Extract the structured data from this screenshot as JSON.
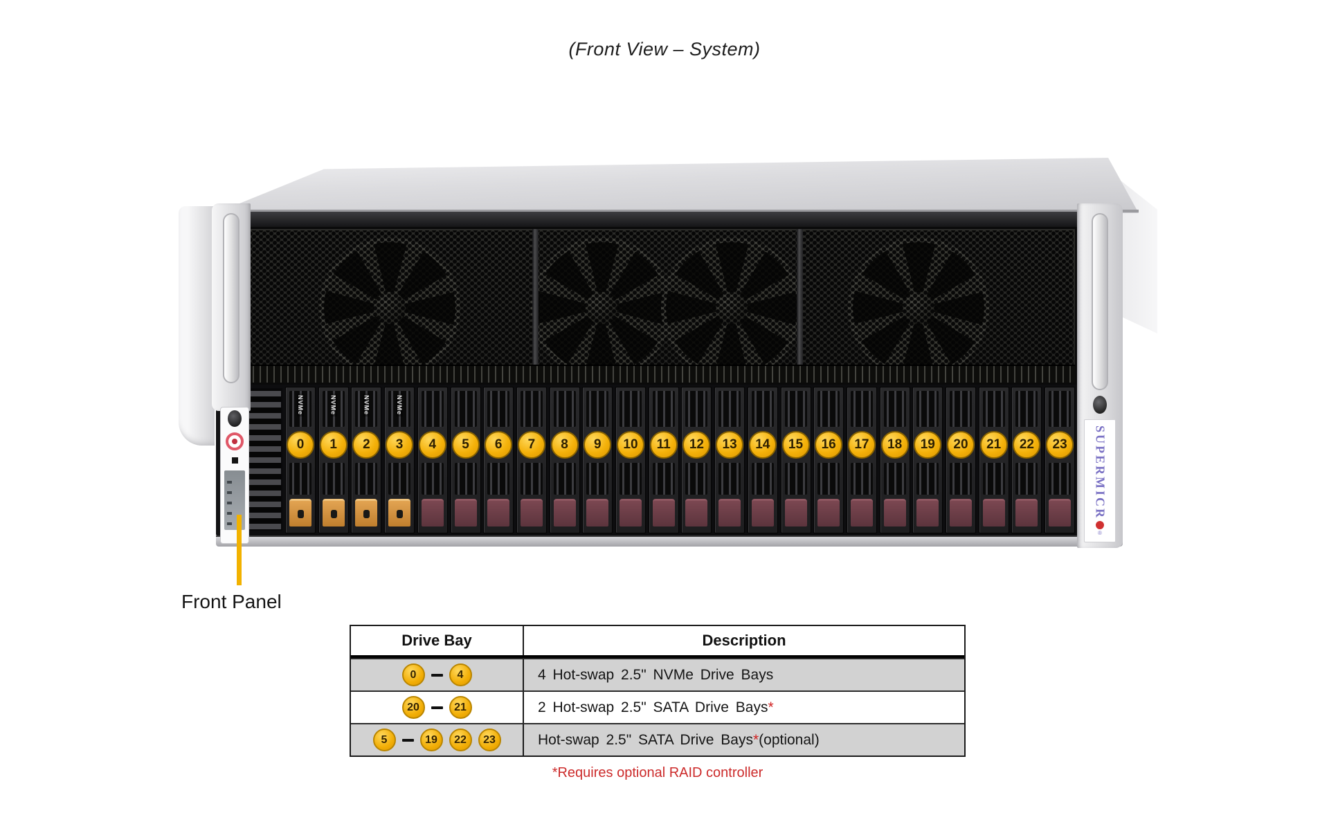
{
  "title": "(Front View – System)",
  "server": {
    "brand_text": "SUPERMICR",
    "reg_mark": "®",
    "nvme_label": "NVMe",
    "drive_bays": [
      "0",
      "1",
      "2",
      "3",
      "4",
      "5",
      "6",
      "7",
      "8",
      "9",
      "10",
      "11",
      "12",
      "13",
      "14",
      "15",
      "16",
      "17",
      "18",
      "19",
      "20",
      "21",
      "22",
      "23"
    ],
    "nvme_bay_count": 4
  },
  "annotations": {
    "front_panel": "Front Panel"
  },
  "table": {
    "headers": [
      "Drive Bay",
      "Description"
    ],
    "rows": [
      {
        "tokens": [
          {
            "c": "0"
          },
          {
            "d": true
          },
          {
            "c": "4"
          }
        ],
        "desc": "4 Hot-swap 2.5\" NVMe Drive Bays",
        "star": false,
        "suffix": ""
      },
      {
        "tokens": [
          {
            "c": "20"
          },
          {
            "d": true
          },
          {
            "c": "21"
          }
        ],
        "desc": "2 Hot-swap 2.5\" SATA Drive Bays",
        "star": true,
        "suffix": ""
      },
      {
        "tokens": [
          {
            "c": "5"
          },
          {
            "d": true
          },
          {
            "c": "19"
          },
          {
            "c": "22"
          },
          {
            "c": "23"
          }
        ],
        "desc": "Hot-swap 2.5\" SATA Drive Bays",
        "star": true,
        "suffix": " (optional)"
      }
    ],
    "footnote": "*Requires optional RAID controller"
  },
  "colors": {
    "bay_badge_yellow": "#F2AE06",
    "nvme_latch_orange": "#D08C3E",
    "sata_latch_maroon": "#6E3D46",
    "pointer_yellow": "#F2B200",
    "footnote_red": "#CC2A2A",
    "brand_purple": "#7A71C4",
    "power_button_red": "#E05868"
  }
}
